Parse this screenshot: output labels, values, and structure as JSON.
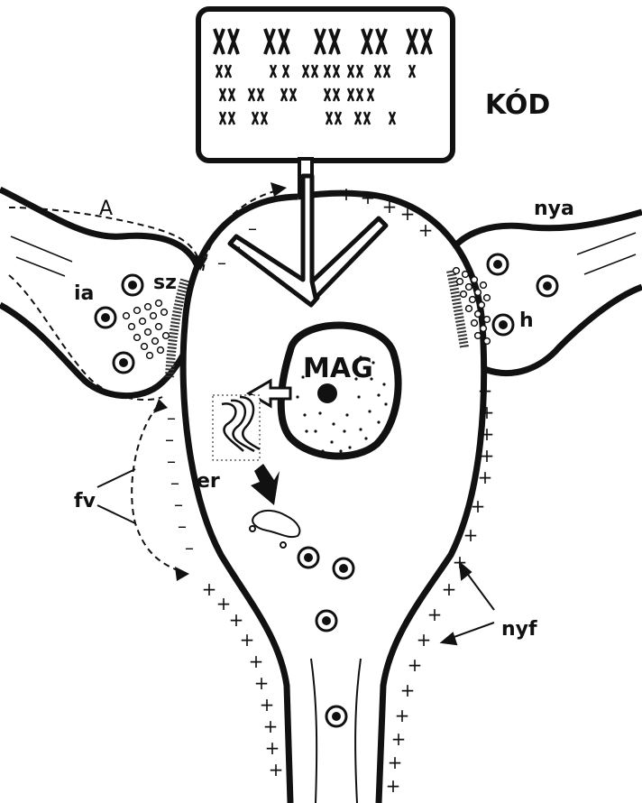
{
  "labels": {
    "code": "KÓD",
    "nucleus": "MAG",
    "a": "A",
    "ia": "ia",
    "sz": "sz",
    "nya": "nya",
    "h": "h",
    "er": "er",
    "fv": "fv",
    "nyf": "nyf"
  },
  "signs": {
    "plus": "+",
    "minus": "–"
  },
  "colors": {
    "ink": "#111111",
    "paper": "#ffffff"
  }
}
